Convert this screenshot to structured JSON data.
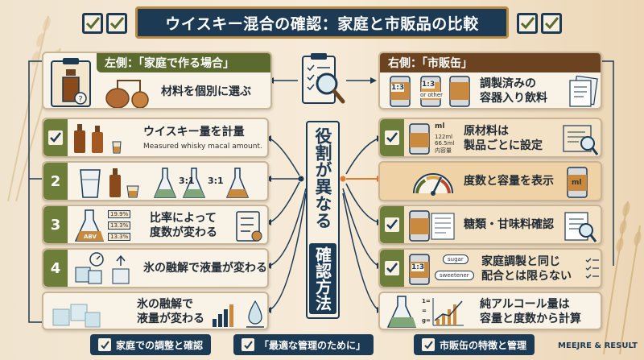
{
  "title": "ウイスキー混合の確認：家庭と市販品の比較",
  "left_header": {
    "label": "左側：「家庭で作る場合」",
    "text": "材料を個別に選ぶ"
  },
  "right_header": {
    "label": "右側：「市販缶」",
    "text_line1": "調製済みの",
    "text_line2": "容器入り飲料",
    "ratio1": "1:3",
    "ratio2": "1:3",
    "ratio2_sub": "or other"
  },
  "left_rows": [
    {
      "num": "",
      "text": "ウイスキー量を計量",
      "sub": "Measured whisky macal amount."
    },
    {
      "num": "2",
      "ratio_a": "3:1",
      "ratio_b": "3:1"
    },
    {
      "num": "3",
      "line1": "比率によって",
      "line2": "度数が変わる",
      "abv": "ABV",
      "pct1": "19.9%",
      "pct2": "13.3%",
      "pct3": "13.3%"
    },
    {
      "num": "4",
      "text": "氷の融解で液量が変わる"
    },
    {
      "num": "",
      "line1": "氷の融解で",
      "line2": "液量が変わる"
    }
  ],
  "center": {
    "vertical_top": "役割が異なる",
    "vertical_bottom": "確認方法"
  },
  "right_rows": [
    {
      "line1": "原材料は",
      "line2": "製品ごとに設定",
      "can_ml": "ml",
      "can_122": "122ml",
      "can_665": "66.5ml",
      "can_jp": "内容量"
    },
    {
      "text": "度数と容量を表示",
      "can_ml": "ml"
    },
    {
      "text": "糖類・甘味料確認"
    },
    {
      "line1": "家庭調製と同じ",
      "line2": "配合とは限らない",
      "ratio": "1:3",
      "sugar": "sugar",
      "sweetener": "sweetener"
    },
    {
      "line1": "純アルコール量は",
      "line2": "容量と度数から計算",
      "f1": "1=",
      "f2": "=",
      "f3": "g="
    }
  ],
  "footer": [
    {
      "label": "家庭での調整と確認"
    },
    {
      "label": "「最適な管理のために」"
    },
    {
      "label": "市販缶の特徴と管理"
    }
  ],
  "brand": "MEEJRE & RESULT",
  "colors": {
    "navy": "#1d3a55",
    "olive": "#5b6b2f",
    "brown": "#6b4320",
    "orange": "#e07a2e"
  }
}
